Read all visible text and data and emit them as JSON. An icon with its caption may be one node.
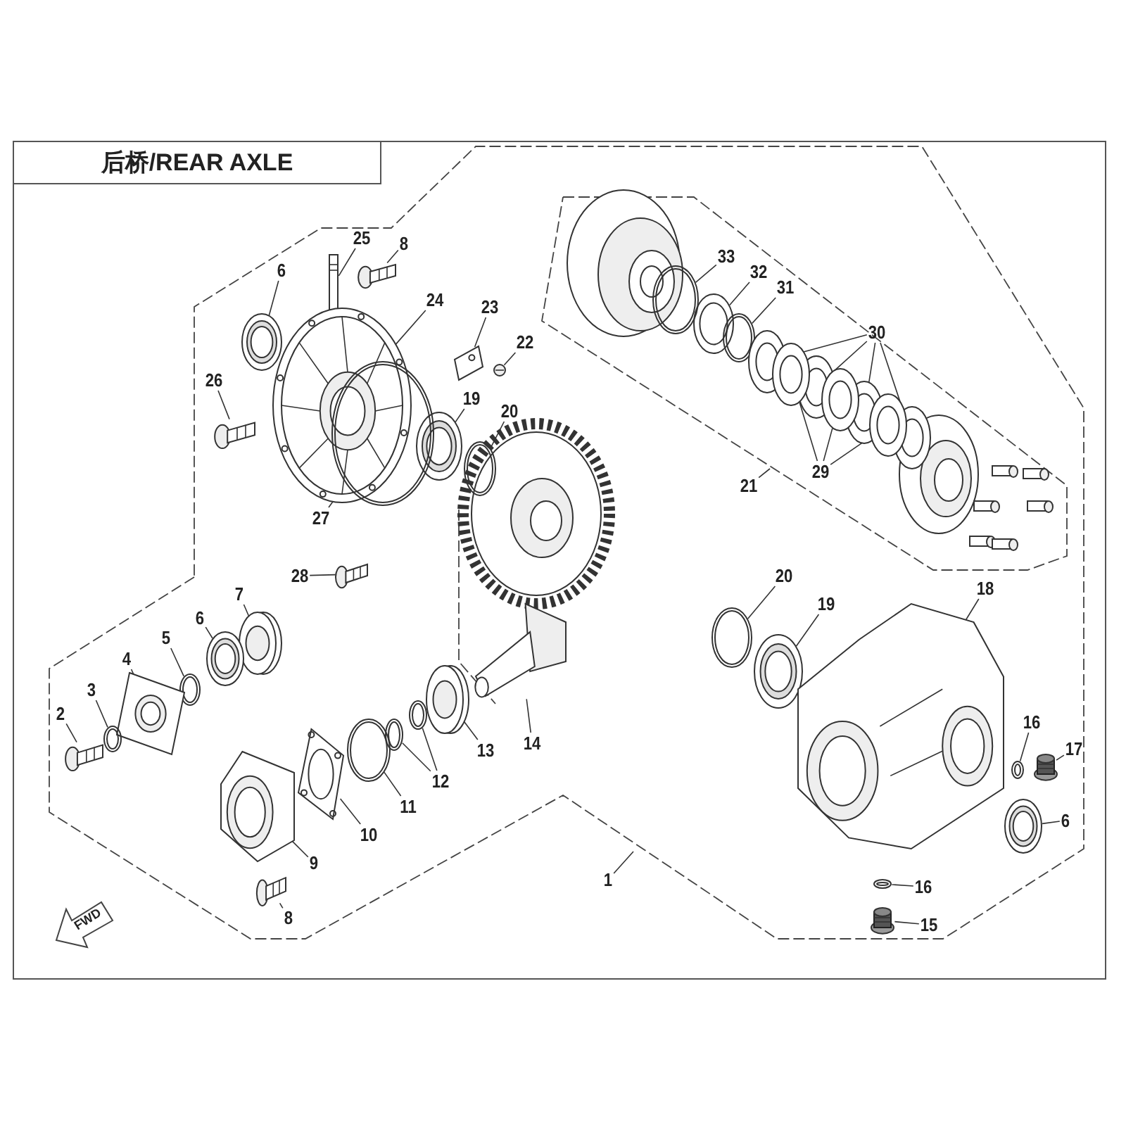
{
  "diagram": {
    "title": "后桥/REAR AXLE",
    "nodes": [
      {
        "text": [
          "25"
        ]
      },
      {
        "text": [],
        "shape": "picture"
      },
      {
        "text": [
          "8"
        ]
      },
      {
        "text": [],
        "shape": "picture"
      },
      {
        "text": [
          "6"
        ]
      },
      {
        "text": [],
        "shape": "picture"
      },
      {
        "text": [
          "24"
        ]
      },
      {
        "text": [],
        "shape": "picture"
      },
      {
        "text": [
          "23"
        ]
      },
      {
        "text": [],
        "shape": "picture"
      },
      {
        "text": [
          "22"
        ]
      },
      {
        "text": [],
        "shape": "picture"
      },
      {
        "text": [
          "26"
        ]
      },
      {
        "text": [],
        "shape": "picture"
      },
      {
        "text": [
          "19"
        ]
      },
      {
        "text": [],
        "shape": "picture"
      },
      {
        "text": [
          "20"
        ]
      },
      {
        "text": [],
        "shape": "picture"
      },
      {
        "text": [
          "27"
        ]
      },
      {
        "text": [],
        "shape": "picture"
      },
      {
        "text": [
          "28"
        ]
      },
      {
        "text": [],
        "shape": "picture"
      },
      {
        "text": [
          "33"
        ]
      },
      {
        "text": [],
        "shape": "picture"
      },
      {
        "text": [
          "32"
        ]
      },
      {
        "text": [],
        "shape": "picture"
      },
      {
        "text": [
          "31"
        ]
      },
      {
        "text": [],
        "shape": "picture"
      },
      {
        "text": [
          "30"
        ]
      },
      {
        "text": [],
        "shape": "picture"
      },
      {
        "text": [],
        "shape": "picture"
      },
      {
        "text": [],
        "shape": "picture"
      },
      {
        "text": [],
        "shape": "picture"
      },
      {
        "text": [
          "21"
        ]
      },
      {
        "text": [
          "29"
        ]
      },
      {
        "text": [],
        "shape": "picture"
      },
      {
        "text": [],
        "shape": "picture"
      },
      {
        "text": [],
        "shape": "picture"
      },
      {
        "text": [
          "7"
        ]
      },
      {
        "text": [],
        "shape": "picture"
      },
      {
        "text": [
          "6"
        ]
      },
      {
        "text": [],
        "shape": "picture"
      },
      {
        "text": [
          "5"
        ]
      },
      {
        "text": [],
        "shape": "picture"
      },
      {
        "text": [
          "4"
        ]
      },
      {
        "text": [],
        "shape": "picture"
      },
      {
        "text": [
          "3"
        ]
      },
      {
        "text": [],
        "shape": "picture"
      },
      {
        "text": [
          "2"
        ]
      },
      {
        "text": [],
        "shape": "picture"
      },
      {
        "text": [
          "20"
        ]
      },
      {
        "text": [],
        "shape": "picture"
      },
      {
        "text": [
          "19"
        ]
      },
      {
        "text": [],
        "shape": "picture"
      },
      {
        "text": [
          "18"
        ]
      },
      {
        "text": [],
        "shape": "picture"
      },
      {
        "text": [
          "13"
        ]
      },
      {
        "text": [],
        "shape": "picture"
      },
      {
        "text": [
          "12"
        ]
      },
      {
        "text": [],
        "shape": "picture"
      },
      {
        "text": [],
        "shape": "picture"
      },
      {
        "text": [
          "14"
        ]
      },
      {
        "text": [],
        "shape": "picture"
      },
      {
        "text": [
          "16"
        ]
      },
      {
        "text": [],
        "shape": "picture"
      },
      {
        "text": [
          "17"
        ]
      },
      {
        "text": [],
        "shape": "picture"
      },
      {
        "text": [
          "11"
        ]
      },
      {
        "text": [],
        "shape": "picture"
      },
      {
        "text": [
          "10"
        ]
      },
      {
        "text": [],
        "shape": "picture"
      },
      {
        "text": [
          "6"
        ]
      },
      {
        "text": [],
        "shape": "picture"
      },
      {
        "text": [
          "9"
        ]
      },
      {
        "text": [],
        "shape": "picture"
      },
      {
        "text": [
          "1"
        ]
      },
      {
        "text": [
          "16"
        ]
      },
      {
        "text": [],
        "shape": "picture"
      },
      {
        "text": [
          "8"
        ]
      },
      {
        "text": [],
        "shape": "picture"
      },
      {
        "text": [
          "15"
        ]
      },
      {
        "text": [],
        "shape": "picture"
      }
    ],
    "edges": [
      {
        "from": 0,
        "to": 1,
        "arrow": "none"
      },
      {
        "from": 2,
        "to": 3,
        "arrow": "none"
      },
      {
        "from": 4,
        "to": 5,
        "arrow": "none"
      },
      {
        "from": 6,
        "to": 7,
        "arrow": "none"
      },
      {
        "from": 8,
        "to": 9,
        "arrow": "none"
      },
      {
        "from": 10,
        "to": 11,
        "arrow": "none"
      },
      {
        "from": 12,
        "to": 13,
        "arrow": "none"
      },
      {
        "from": 14,
        "to": 15,
        "arrow": "none"
      },
      {
        "from": 16,
        "to": 17,
        "arrow": "none"
      },
      {
        "from": 18,
        "to": 19,
        "arrow": "none"
      },
      {
        "from": 20,
        "to": 21,
        "arrow": "none"
      },
      {
        "from": 22,
        "to": 23,
        "arrow": "none"
      },
      {
        "from": 24,
        "to": 25,
        "arrow": "none"
      },
      {
        "from": 26,
        "to": 27,
        "arrow": "none"
      },
      {
        "from": 28,
        "to": 29,
        "arrow": "none"
      },
      {
        "from": 28,
        "to": 30,
        "arrow": "none"
      },
      {
        "from": 28,
        "to": 31,
        "arrow": "none"
      },
      {
        "from": 28,
        "to": 32,
        "arrow": "none"
      },
      {
        "from": 33,
        "to": null,
        "arrow": "none"
      },
      {
        "from": 34,
        "to": 35,
        "arrow": "none"
      },
      {
        "from": 34,
        "to": 36,
        "arrow": "none"
      },
      {
        "from": 34,
        "to": 37,
        "arrow": "none"
      },
      {
        "from": 38,
        "to": 39,
        "arrow": "none"
      },
      {
        "from": 40,
        "to": 41,
        "arrow": "none"
      },
      {
        "from": 42,
        "to": 43,
        "arrow": "none"
      },
      {
        "from": 44,
        "to": 45,
        "arrow": "none"
      },
      {
        "from": 46,
        "to": 47,
        "arrow": "none"
      },
      {
        "from": 48,
        "to": 49,
        "arrow": "none"
      },
      {
        "from": 50,
        "to": 51,
        "arrow": "none"
      },
      {
        "from": 52,
        "to": 53,
        "arrow": "none"
      },
      {
        "from": 54,
        "to": 55,
        "arrow": "none"
      },
      {
        "from": 56,
        "to": 57,
        "arrow": "none"
      },
      {
        "from": 58,
        "to": 59,
        "arrow": "none"
      },
      {
        "from": 58,
        "to": 60,
        "arrow": "none"
      },
      {
        "from": 61,
        "to": 62,
        "arrow": "none"
      },
      {
        "from": 63,
        "to": 64,
        "arrow": "none"
      },
      {
        "from": 65,
        "to": 66,
        "arrow": "none"
      },
      {
        "from": 67,
        "to": 68,
        "arrow": "none"
      },
      {
        "from": 69,
        "to": 70,
        "arrow": "none"
      },
      {
        "from": 71,
        "to": 72,
        "arrow": "none"
      },
      {
        "from": 73,
        "to": 74,
        "arrow": "none"
      },
      {
        "from": 75,
        "to": null,
        "arrow": "none"
      },
      {
        "from": 76,
        "to": 77,
        "arrow": "none"
      },
      {
        "from": 78,
        "to": 79,
        "arrow": "none"
      },
      {
        "from": 80,
        "to": 81,
        "arrow": "none"
      }
    ],
    "labels": [
      "FWD"
    ]
  }
}
